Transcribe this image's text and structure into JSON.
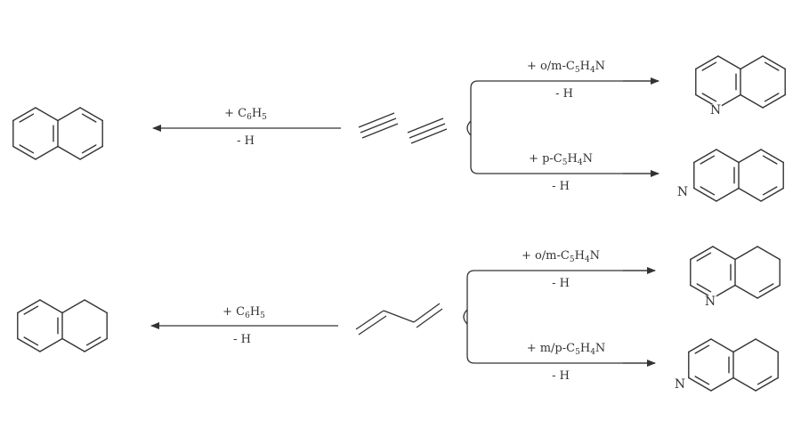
{
  "reactions": [
    {
      "reagent": {
        "prefix": "+ C",
        "n1": "6",
        "mid": "H",
        "n2": "5",
        "suffix": ""
      },
      "loss": "- H"
    },
    {
      "reagent": {
        "prefix": "+ o/m-C",
        "n1": "5",
        "mid": "H",
        "n2": "4",
        "suffix": "N"
      },
      "loss": "- H"
    },
    {
      "reagent": {
        "prefix": "+ p-C",
        "n1": "5",
        "mid": "H",
        "n2": "4",
        "suffix": "N"
      },
      "loss": "- H"
    },
    {
      "reagent": {
        "prefix": "+ C",
        "n1": "6",
        "mid": "H",
        "n2": "5",
        "suffix": ""
      },
      "loss": "- H"
    },
    {
      "reagent": {
        "prefix": "+ o/m-C",
        "n1": "5",
        "mid": "H",
        "n2": "4",
        "suffix": "N"
      },
      "loss": "- H"
    },
    {
      "reagent": {
        "prefix": "+ m/p-C",
        "n1": "5",
        "mid": "H",
        "n2": "4",
        "suffix": "N"
      },
      "loss": "- H"
    }
  ],
  "atoms": {
    "quinoline_n": "N",
    "isoquinoline_n": "N",
    "dihydroquinoline_n": "N",
    "dihydroisoquinoline_n": "N"
  },
  "colors": {
    "ink": "#333333",
    "background": "#ffffff"
  }
}
